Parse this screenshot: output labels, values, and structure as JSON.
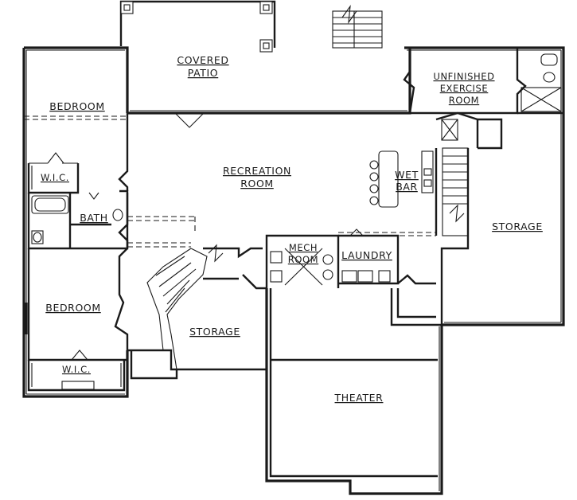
{
  "rooms": {
    "covered_patio": [
      "COVERED",
      "PATIO"
    ],
    "unfinished_exercise": [
      "UNFINISHED",
      "EXERCISE",
      "ROOM"
    ],
    "bedroom_top": "BEDROOM",
    "recreation_room": [
      "RECREATION",
      "ROOM"
    ],
    "wic_top": "W.I.C.",
    "bath": "BATH",
    "wet_bar": [
      "WET",
      "BAR"
    ],
    "storage_right": "STORAGE",
    "mech_room": [
      "MECH",
      "ROOM"
    ],
    "laundry": "LAUNDRY",
    "bedroom_bottom": "BEDROOM",
    "storage_bottom": "STORAGE",
    "wic_bottom": "W.I.C.",
    "theater": "THEATER"
  }
}
